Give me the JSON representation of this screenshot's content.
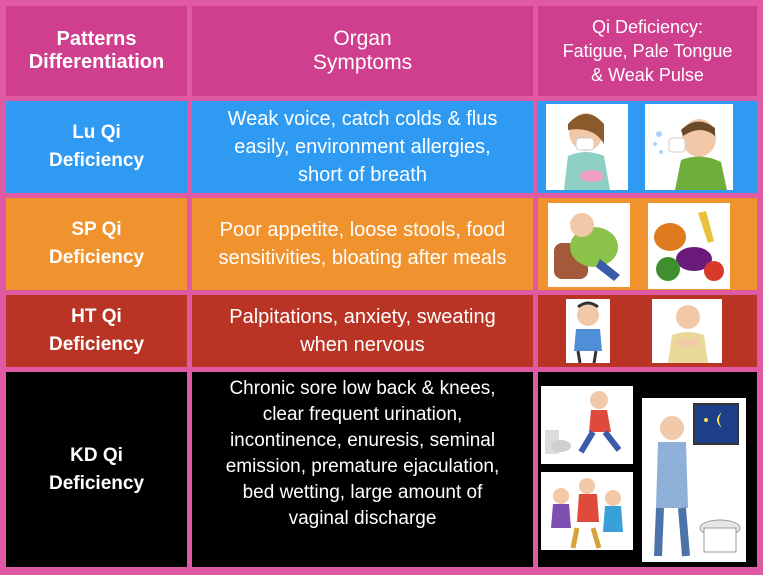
{
  "header": {
    "col1": "Patterns\nDifferentiation",
    "col2": "Organ\nSymptoms",
    "col3": "Qi Deficiency:\nFatigue, Pale Tongue\n& Weak Pulse"
  },
  "rows": [
    {
      "pattern": "Lu Qi\nDeficiency",
      "symptoms": "Weak voice, catch colds & flus\neasily, environment allergies,\nshort of breath",
      "color": "#2e9af2"
    },
    {
      "pattern": "SP Qi\nDeficiency",
      "symptoms": "Poor appetite, loose stools, food\nsensitivities, bloating after meals",
      "color": "#f0922e"
    },
    {
      "pattern": "HT Qi\nDeficiency",
      "symptoms": "Palpitations, anxiety, sweating\nwhen nervous",
      "color": "#b93424"
    },
    {
      "pattern": "KD Qi\nDeficiency",
      "symptoms": "Chronic sore low back & knees,\nclear frequent urination,\nincontinence, enuresis, seminal\nemission, premature ejaculation,\nbed wetting, large amount of\nvaginal discharge",
      "color": "#000000"
    }
  ],
  "colors": {
    "border": "#e05aa3",
    "header": "#cf3f8e"
  },
  "images": [
    "woman-sneezing-icon",
    "man-blowing-nose-icon",
    "tired-man-on-chair-icon",
    "vegetables-icon",
    "anxious-man-icon",
    "man-chest-pain-icon",
    "man-running-to-toilet-icon",
    "man-at-toilet-night-icon",
    "people-back-pain-icon"
  ]
}
